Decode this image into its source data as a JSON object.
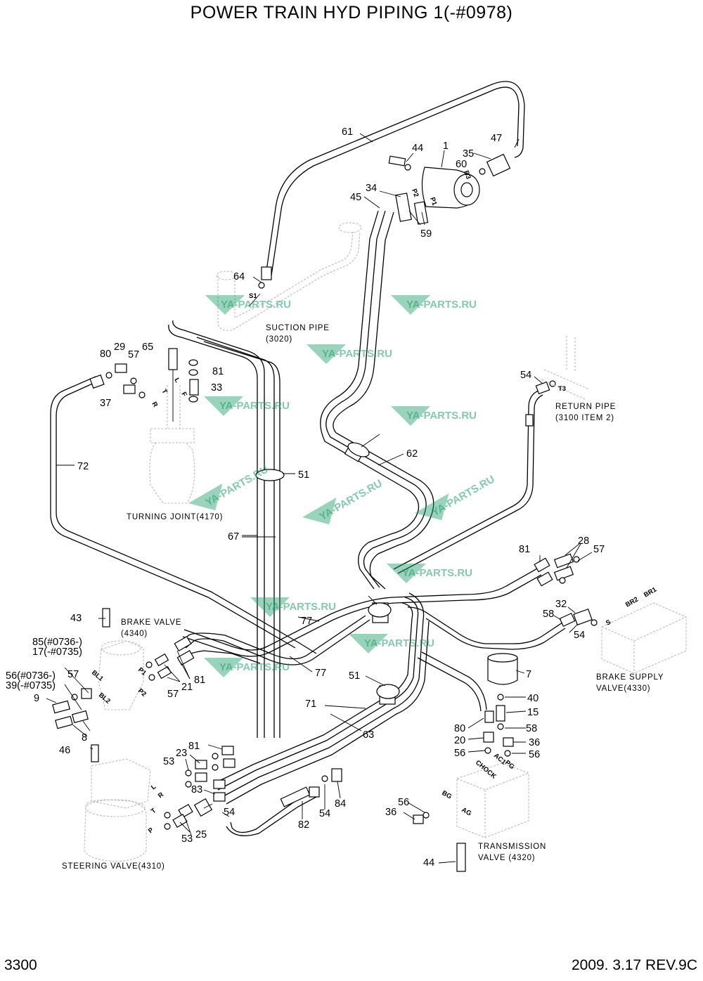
{
  "title": "POWER TRAIN HYD PIPING 1(-#0978)",
  "footer": {
    "page": "3300",
    "revision": "2009. 3.17  REV.9C"
  },
  "watermark": "YA-PARTS.RU",
  "component_labels": {
    "suction_pipe": [
      "SUCTION PIPE",
      "(3020)"
    ],
    "return_pipe": [
      "RETURN PIPE",
      "(3100 ITEM 2)"
    ],
    "turning_joint": [
      "TURNING JOINT(4170)"
    ],
    "brake_valve": [
      "BRAKE VALVE",
      "(4340)"
    ],
    "brake_supply_valve": [
      "BRAKE SUPPLY",
      "VALVE(4330)"
    ],
    "transmission_valve": [
      "TRANSMISSION",
      "VALVE (4320)"
    ],
    "steering_valve": [
      "STEERING VALVE(4310)"
    ]
  },
  "part_callouts": [
    "61",
    "1",
    "44",
    "47",
    "35",
    "60",
    "34",
    "45",
    "59",
    "64",
    "80",
    "29",
    "65",
    "81",
    "57",
    "33",
    "37",
    "72",
    "51",
    "62",
    "67",
    "54",
    "28",
    "81",
    "57",
    "32",
    "58",
    "54",
    "43",
    "85(#0736-)",
    "17(-#0735)",
    "56(#0736-)",
    "39(-#0735)",
    "9",
    "8",
    "46",
    "57",
    "21",
    "81",
    "57",
    "77",
    "77",
    "71",
    "63",
    "51",
    "7",
    "40",
    "15",
    "58",
    "80",
    "20",
    "56",
    "36",
    "56",
    "23",
    "81",
    "53",
    "83",
    "25",
    "53",
    "82",
    "54",
    "84",
    "54",
    "56",
    "36",
    "44"
  ],
  "port_labels": [
    "P2",
    "P1",
    "B3",
    "S1",
    "T",
    "F",
    "R",
    "L",
    "BL1",
    "BL2",
    "P1",
    "P2",
    "BR2",
    "BR1",
    "S",
    "T3",
    "R",
    "L",
    "T",
    "P",
    "AC1",
    "CHOCK",
    "PG",
    "BG",
    "AG"
  ]
}
